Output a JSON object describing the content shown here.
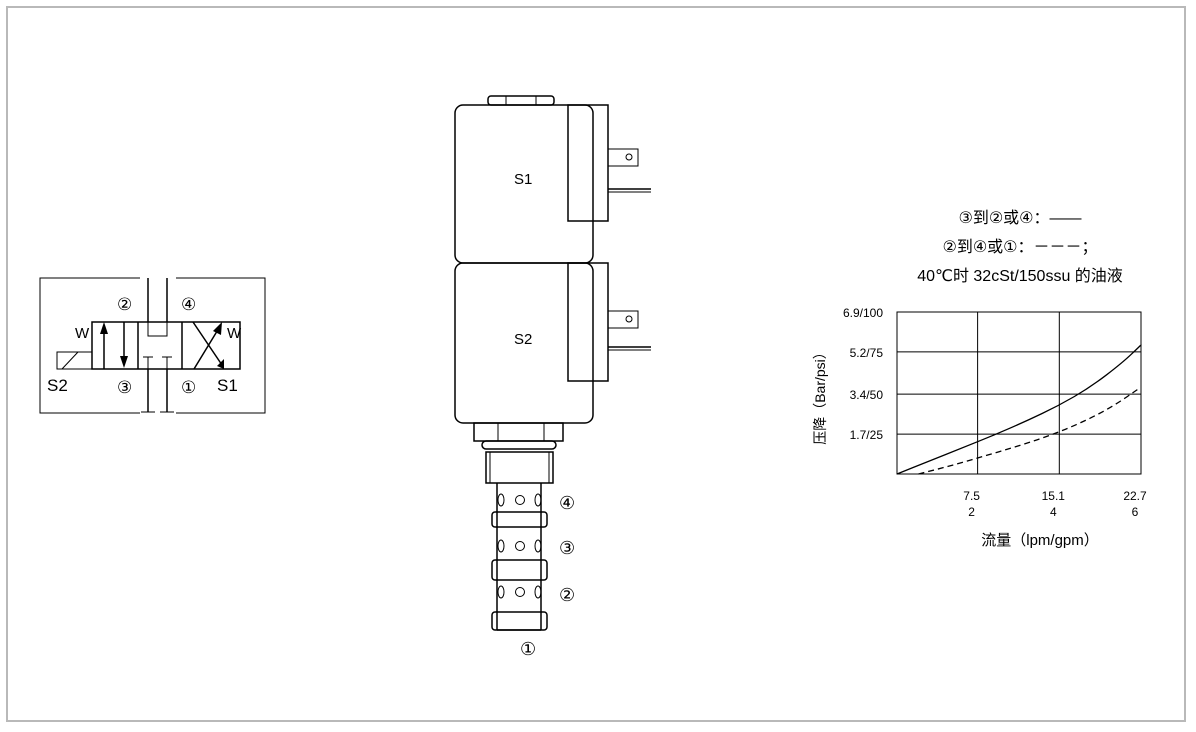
{
  "schematic": {
    "s2_label": "S2",
    "s1_label": "S1",
    "port2": "②",
    "port4": "④",
    "port3": "③",
    "port1": "①",
    "spring_left": "W",
    "spring_right": "W"
  },
  "valve": {
    "coil1_label": "S1",
    "coil2_label": "S2",
    "port4": "④",
    "port3": "③",
    "port2": "②",
    "port1": "①"
  },
  "legend": {
    "line1": "③到②或④：——",
    "line2": "②到④或①：－－－；",
    "line3": "40℃时 32cSt/150ssu 的油液"
  },
  "chart_data": {
    "type": "line",
    "ylabel": "压降（Bar/psi）",
    "xlabel": "流量（lpm/gpm）",
    "y_ticks": [
      "6.9/100",
      "5.2/75",
      "3.4/50",
      "1.7/25"
    ],
    "x_ticks_lpm": [
      "7.5",
      "15.1",
      "22.7"
    ],
    "x_ticks_gpm": [
      "2",
      "4",
      "6"
    ],
    "xlim": [
      0,
      22.7
    ],
    "ylim": [
      0,
      6.9
    ],
    "grid": true,
    "series": [
      {
        "style": "solid",
        "x": [
          0,
          3,
          6,
          9,
          12,
          15,
          18,
          21,
          22.7
        ],
        "y": [
          0,
          0.55,
          1.1,
          1.65,
          2.25,
          2.9,
          3.7,
          4.75,
          5.5
        ]
      },
      {
        "style": "dashed",
        "x": [
          2,
          5,
          8,
          11,
          14,
          17,
          20,
          22.7
        ],
        "y": [
          0,
          0.35,
          0.75,
          1.15,
          1.6,
          2.15,
          2.85,
          3.7
        ]
      }
    ]
  }
}
